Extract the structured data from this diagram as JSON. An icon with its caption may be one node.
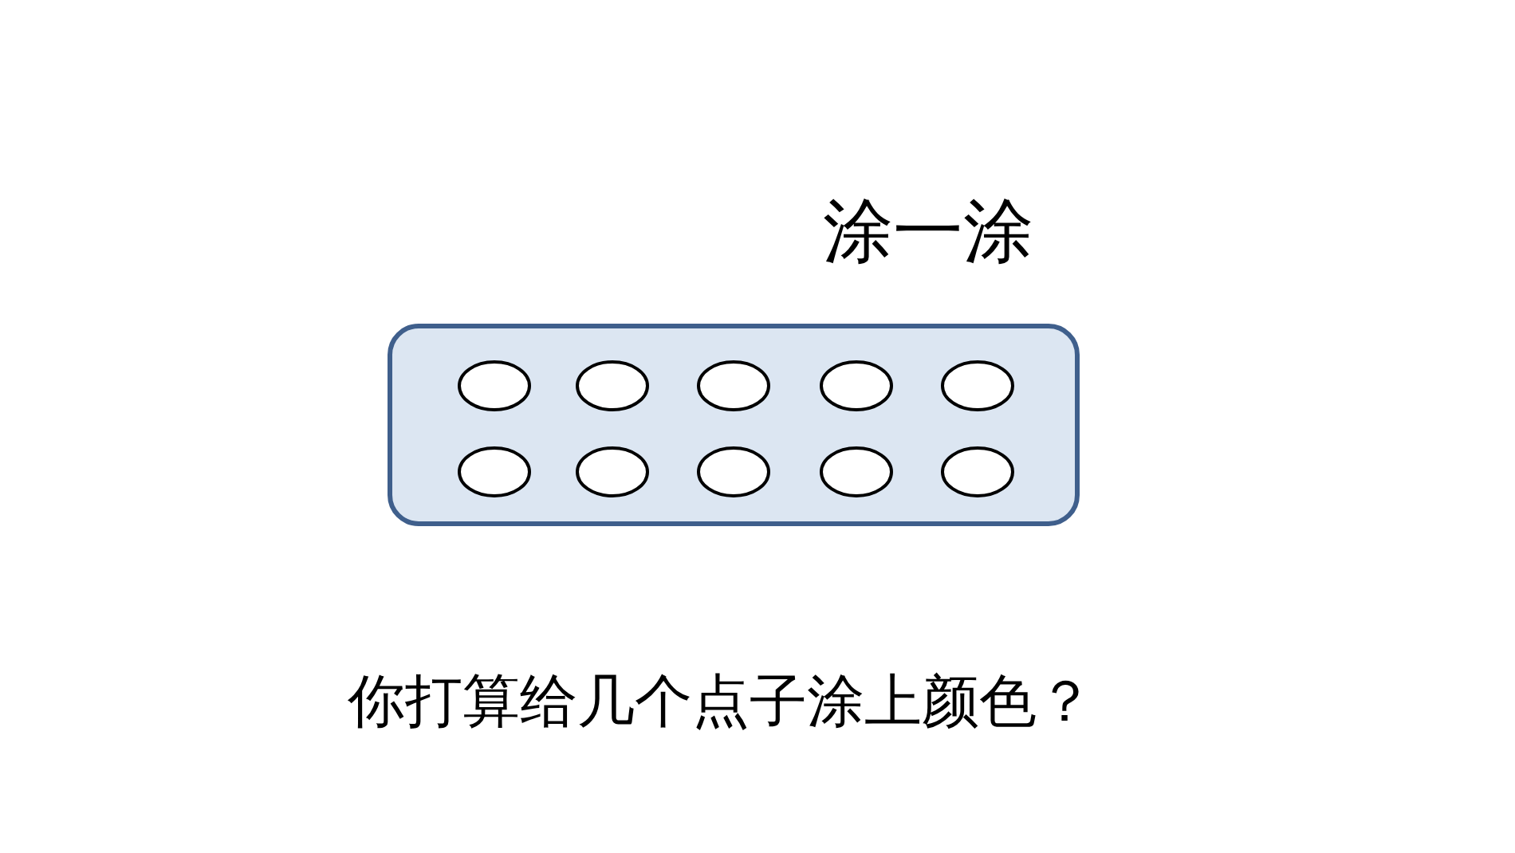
{
  "diagram": {
    "title": "涂一涂",
    "nodes": [
      {
        "text": [],
        "shape": "box"
      },
      {
        "text": [],
        "shape": "circle",
        "in": 0
      },
      {
        "text": [],
        "shape": "circle",
        "in": 0
      },
      {
        "text": [],
        "shape": "circle",
        "in": 0
      },
      {
        "text": [],
        "shape": "circle",
        "in": 0
      },
      {
        "text": [],
        "shape": "circle",
        "in": 0
      },
      {
        "text": [],
        "shape": "circle",
        "in": 0
      },
      {
        "text": [],
        "shape": "circle",
        "in": 0
      },
      {
        "text": [],
        "shape": "circle",
        "in": 0
      },
      {
        "text": [],
        "shape": "circle",
        "in": 0
      },
      {
        "text": [],
        "shape": "circle",
        "in": 0
      }
    ],
    "caption": "你打算给几个点子涂上颜色？"
  }
}
